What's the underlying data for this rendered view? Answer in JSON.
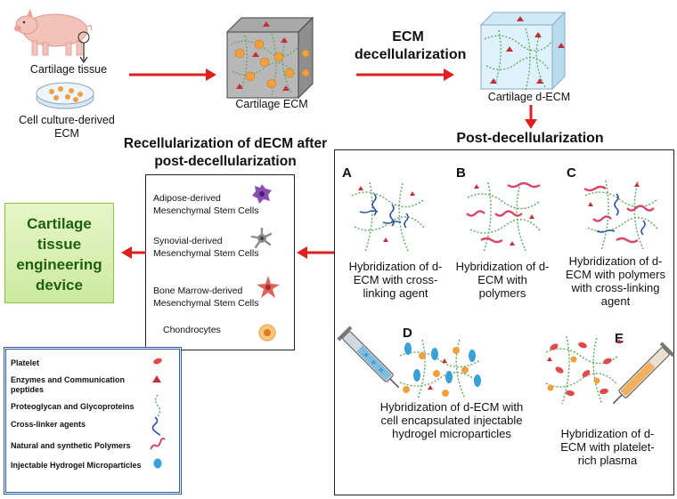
{
  "top": {
    "source_label": "Cartilage tissue",
    "culture_label": "Cell culture-derived ECM",
    "ecm_label": "Cartilage ECM",
    "step_label": "ECM decellularization",
    "decm_label": "Cartilage d-ECM"
  },
  "post": {
    "title": "Post-decellularization",
    "panels": [
      {
        "letter": "A",
        "caption": "Hybridization of d-ECM with cross-linking agent"
      },
      {
        "letter": "B",
        "caption": "Hybridization of d-ECM with polymers"
      },
      {
        "letter": "C",
        "caption": "Hybridization of d-ECM with polymers with cross-linking agent"
      },
      {
        "letter": "D",
        "caption": "Hybridization of d-ECM with cell encapsulated injectable hydrogel microparticles"
      },
      {
        "letter": "E",
        "caption": "Hybridization of d-ECM with platelet-rich plasma"
      }
    ]
  },
  "recell": {
    "title": "Recellularization of dECM after post-decellularization",
    "cells": [
      {
        "label": "Adipose-derived Mesenchymal Stem Cells",
        "color": "#8a4fb3"
      },
      {
        "label": "Synovial-derived Mesenchymal Stem Cells",
        "color": "#8c8c8c"
      },
      {
        "label": "Bone Marrow-derived Mesenchymal Stem Cells",
        "color": "#e0605a"
      },
      {
        "label": "Chondrocytes",
        "color": "#f0a040"
      }
    ]
  },
  "device": {
    "label": "Cartilage tissue engineering device"
  },
  "legend": {
    "items": [
      {
        "label": "Platelet",
        "icon": "platelet-icon"
      },
      {
        "label": "Enzymes and Communication peptides",
        "icon": "triangle-icon"
      },
      {
        "label": "Proteoglycan and Glycoproteins",
        "icon": "proteoglycan-icon"
      },
      {
        "label": "Cross-linker agents",
        "icon": "crosslinker-icon"
      },
      {
        "label": "Natural and synthetic Polymers",
        "icon": "polymer-icon"
      },
      {
        "label": "Injectable Hydrogel Microparticles",
        "icon": "microparticle-icon"
      }
    ]
  },
  "colors": {
    "arrow": "#e02020",
    "device_bg": "#d8f0b0",
    "device_border": "#8cc04a",
    "device_text": "#1f5f10",
    "legend_border": "#2a56a8",
    "polymer": "#d44a6a",
    "crosslinker": "#2b4fa0",
    "proteoglycan": "#5aa85a",
    "enzyme": "#c0303a",
    "microparticle": "#3aa0d8"
  }
}
